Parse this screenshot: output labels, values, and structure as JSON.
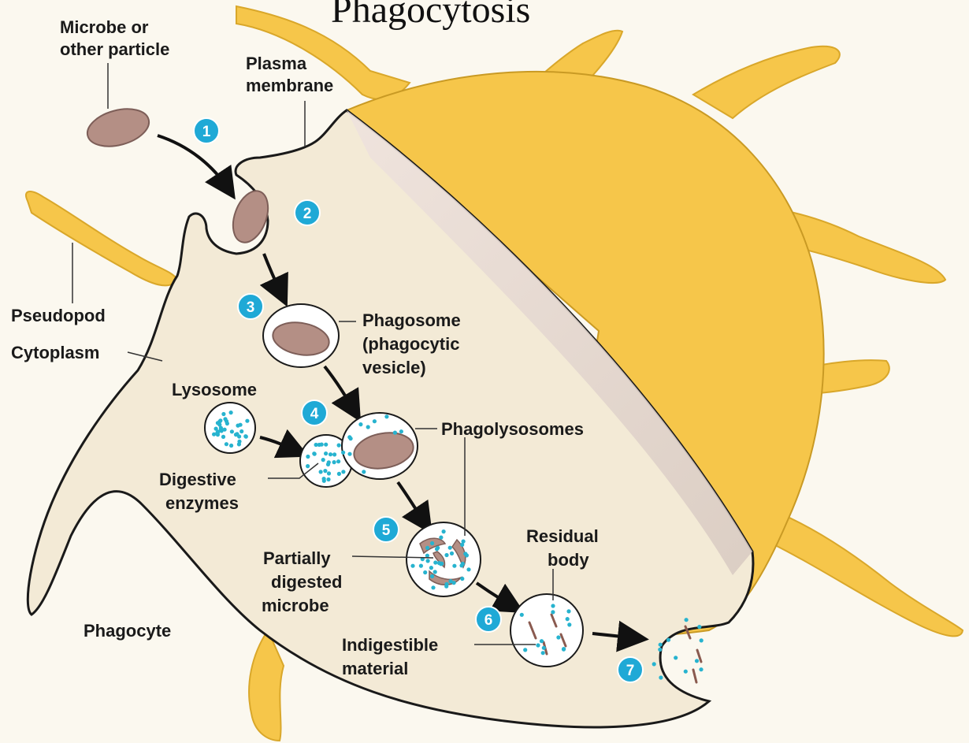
{
  "title": "Phagocytosis",
  "labels": {
    "microbe_line1": "Microbe or",
    "microbe_line2": "other particle",
    "plasma_line1": "Plasma",
    "plasma_line2": "membrane",
    "pseudopod": "Pseudopod",
    "cytoplasm": "Cytoplasm",
    "lysosome": "Lysosome",
    "phagosome_line1": "Phagosome",
    "phagosome_line2": "(phagocytic",
    "phagosome_line3": "vesicle)",
    "phagolysosomes": "Phagolysosomes",
    "digestive_line1": "Digestive",
    "digestive_line2": "enzymes",
    "partial_line1": "Partially",
    "partial_line2": "digested",
    "partial_line3": "microbe",
    "residual_line1": "Residual",
    "residual_line2": "body",
    "phagocyte": "Phagocyte",
    "indigestible_line1": "Indigestible",
    "indigestible_line2": "material"
  },
  "steps": [
    "1",
    "2",
    "3",
    "4",
    "5",
    "6",
    "7"
  ],
  "colors": {
    "cell_body": "#f3ead6",
    "cell_shadow": "#e2d6cc",
    "cell_outer": "#f6c64a",
    "microbe": "#b48f85",
    "enzyme": "#27b3cf",
    "step_badge": "#1fa9d6"
  }
}
